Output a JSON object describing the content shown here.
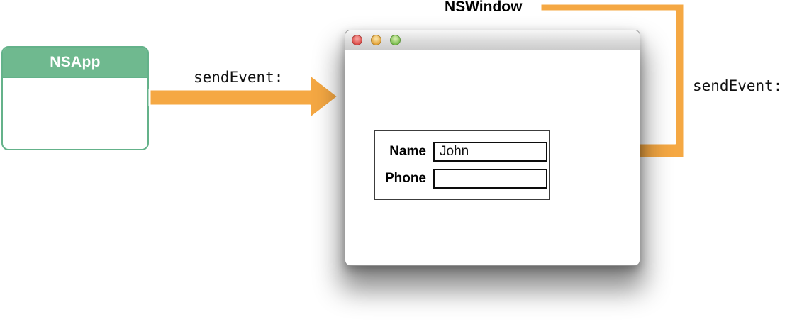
{
  "diagram": {
    "title_context": "Event dispatch diagram",
    "colors": {
      "arrow_orange": "#f5a843",
      "class_header_green": "#6fb98f",
      "class_border_green": "#64b28a",
      "traffic_red": "#dd4f4b",
      "traffic_yellow": "#e3a43c",
      "traffic_green": "#7cbd51"
    },
    "nsapp_box": {
      "title": "NSApp"
    },
    "arrow_app_to_window": {
      "label": "sendEvent:"
    },
    "nswindow_label": "NSWindow",
    "arrow_window_to_view": {
      "label": "sendEvent:"
    },
    "window": {
      "traffic_lights": [
        {
          "name": "close",
          "color": "#dd4f4b"
        },
        {
          "name": "minimize",
          "color": "#e3a43c"
        },
        {
          "name": "zoom",
          "color": "#7cbd51"
        }
      ],
      "form": {
        "rows": [
          {
            "label": "Name",
            "value": "John"
          },
          {
            "label": "Phone",
            "value": ""
          }
        ]
      }
    }
  }
}
